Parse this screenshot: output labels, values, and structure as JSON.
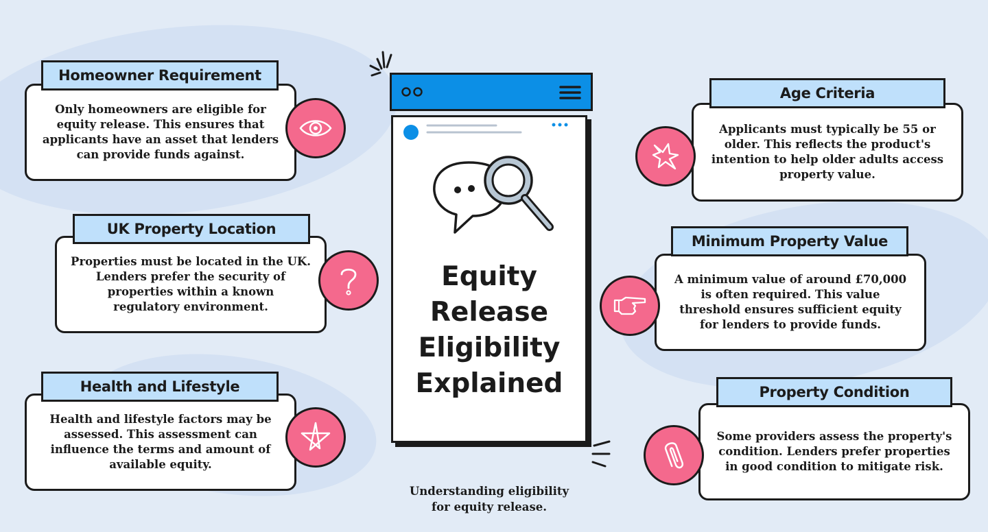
{
  "center": {
    "title_lines": [
      "Equity",
      "Release",
      "Eligibility",
      "Explained"
    ],
    "caption_lines": [
      "Understanding eligibility",
      "for equity release."
    ]
  },
  "items": [
    {
      "title": "Homeowner Requirement",
      "lines": [
        "Only homeowners are eligible for",
        "equity release. This ensures that",
        "applicants have an asset that lenders",
        "can provide funds against."
      ],
      "icon": "eye-icon"
    },
    {
      "title": "UK Property Location",
      "lines": [
        "Properties must be located in the UK.",
        "Lenders prefer the security of",
        "properties within a known",
        "regulatory environment."
      ],
      "icon": "question-mark-icon"
    },
    {
      "title": "Health and Lifestyle",
      "lines": [
        "Health and lifestyle factors may be",
        "assessed. This assessment can",
        "influence the terms and amount of",
        "available equity."
      ],
      "icon": "star-icon"
    },
    {
      "title": "Age Criteria",
      "lines": [
        "Applicants must typically be 55 or",
        "older. This reflects the product's",
        "intention to help older adults access",
        "property value."
      ],
      "icon": "sparkle-icon"
    },
    {
      "title": "Minimum Property Value",
      "lines": [
        "A minimum value of around £70,000",
        "is often required. This value",
        "threshold ensures sufficient equity",
        "for lenders to provide funds."
      ],
      "icon": "pointing-hand-icon"
    },
    {
      "title": "Property Condition",
      "lines": [
        "Some providers assess the property's",
        "condition. Lenders prefer properties",
        "in good condition to mitigate risk."
      ],
      "icon": "paperclip-icon"
    }
  ],
  "colors": {
    "background": "#e2ebf6",
    "tab": "#bfe0fb",
    "icon_circle": "#f4698d",
    "phone_bar": "#0c8fe6"
  }
}
